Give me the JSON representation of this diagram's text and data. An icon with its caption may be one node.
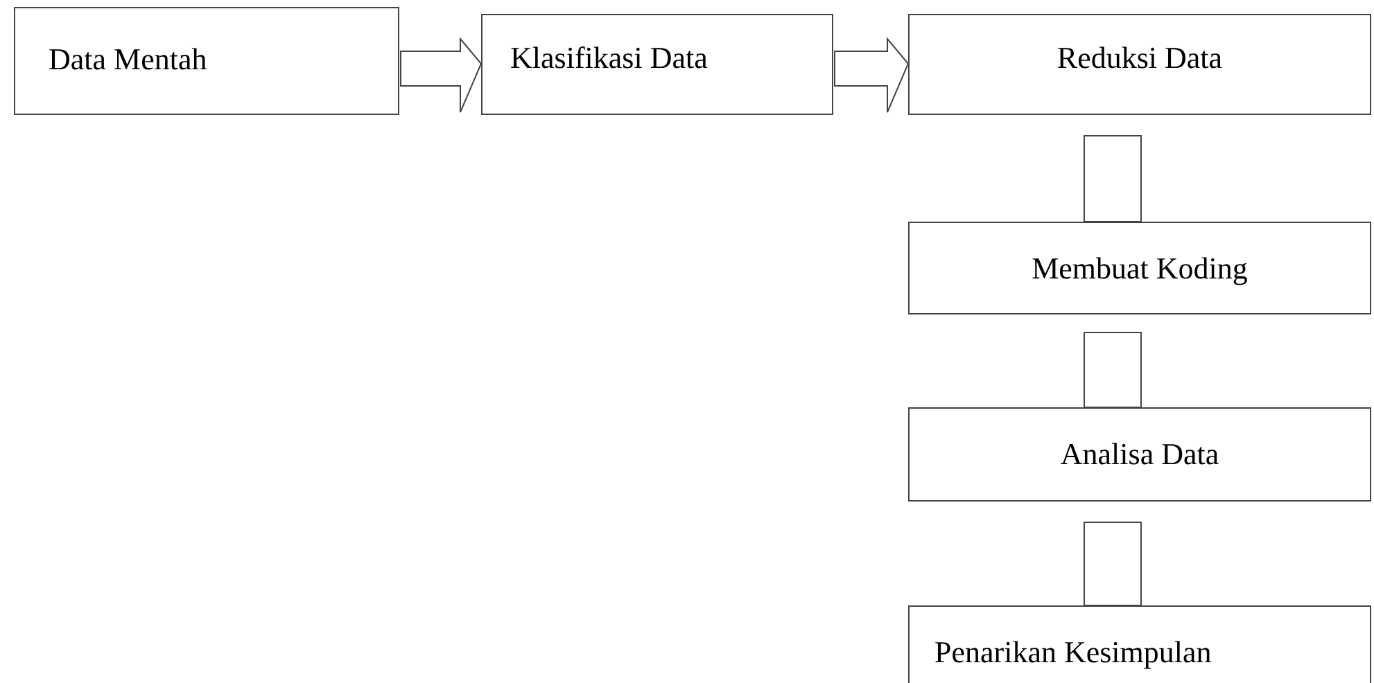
{
  "diagram": {
    "nodes": [
      {
        "text": [
          "Data Mentah"
        ]
      },
      {
        "text": [
          "Klasifikasi Data"
        ]
      },
      {
        "text": [
          "Reduksi Data"
        ]
      },
      {
        "text": [
          "Membuat Koding"
        ]
      },
      {
        "text": [
          "Analisa Data"
        ]
      },
      {
        "text": [
          "Penarikan Kesimpulan"
        ]
      }
    ],
    "edges": [
      {
        "from": 0,
        "to": 1,
        "arrow": "to"
      },
      {
        "from": 1,
        "to": 2,
        "arrow": "to"
      },
      {
        "from": 2,
        "to": 3,
        "arrow": "none"
      },
      {
        "from": 3,
        "to": 4,
        "arrow": "none"
      },
      {
        "from": 4,
        "to": 5,
        "arrow": "none"
      }
    ]
  }
}
